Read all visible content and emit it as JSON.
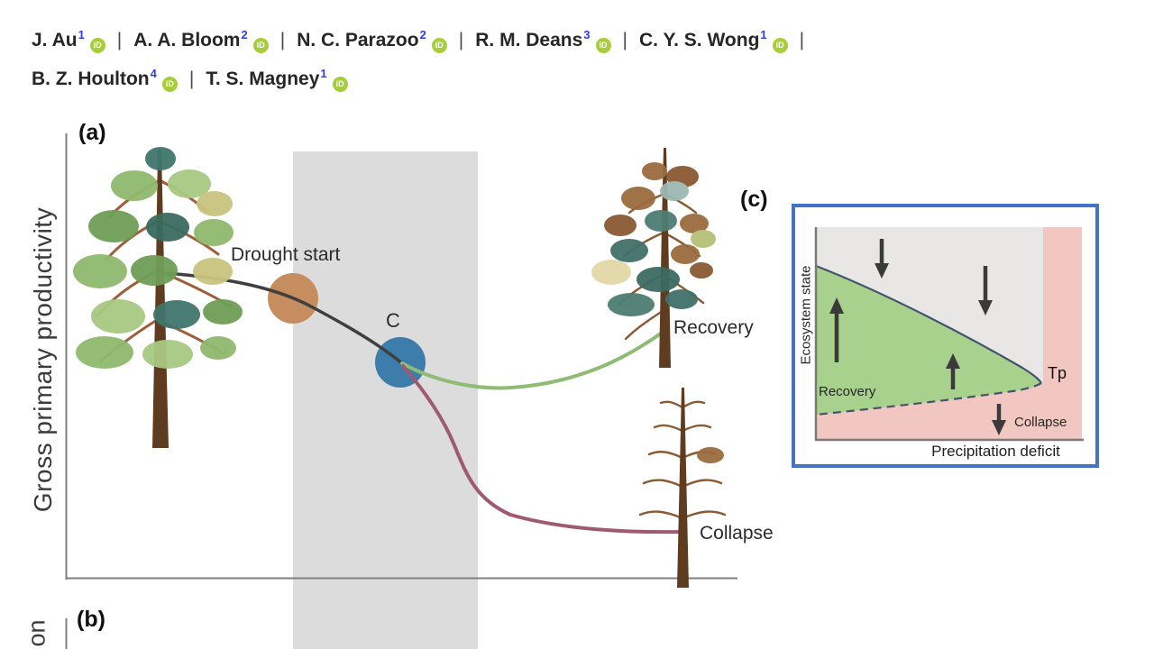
{
  "authors": {
    "separator": "|",
    "orcid_label": "iD",
    "line1": [
      {
        "name": "J. Au",
        "sup": "1"
      },
      {
        "name": "A. A. Bloom",
        "sup": "2"
      },
      {
        "name": "N. C. Parazoo",
        "sup": "2"
      },
      {
        "name": "R. M. Deans",
        "sup": "3"
      },
      {
        "name": "C. Y. S. Wong",
        "sup": "1"
      }
    ],
    "line2": [
      {
        "name": "B. Z. Houlton",
        "sup": "4"
      },
      {
        "name": "T. S. Magney",
        "sup": "1"
      }
    ]
  },
  "panel_a": {
    "label": "(a)",
    "y_axis_label": "Gross primary productivity",
    "drought_start_label": "Drought start",
    "tipping_label": "C",
    "recovery_label": "Recovery",
    "collapse_label": "Collapse"
  },
  "panel_b": {
    "label": "(b)",
    "y_axis_label_visible_fragment": "on"
  },
  "panel_c": {
    "label": "(c)",
    "y_axis_label": "Ecosystem state",
    "x_axis_label": "Precipitation deficit",
    "recovery_label": "Recovery",
    "tipping_point_label": "Tp",
    "collapse_label": "Collapse"
  },
  "colors": {
    "author_text": "#262626",
    "superscript_blue": "#2b3deb",
    "orcid_green": "#a6ce39",
    "axis_gray": "#7f7f7f",
    "band_gray": "#dcdcdc",
    "gpp_curve_dark": "#3f3f3f",
    "recovery_curve_green": "#8fbc74",
    "collapse_curve_maroon": "#9e5a70",
    "drought_dot_brown": "#c68d5e",
    "tipping_dot_blue": "#3d7dab",
    "inset_border_blue": "#4472c4",
    "inset_gray": "#e8e7e6",
    "inset_pink": "#f3c7c1",
    "inset_green": "#a9d18e",
    "inset_curve": "#44546a"
  }
}
